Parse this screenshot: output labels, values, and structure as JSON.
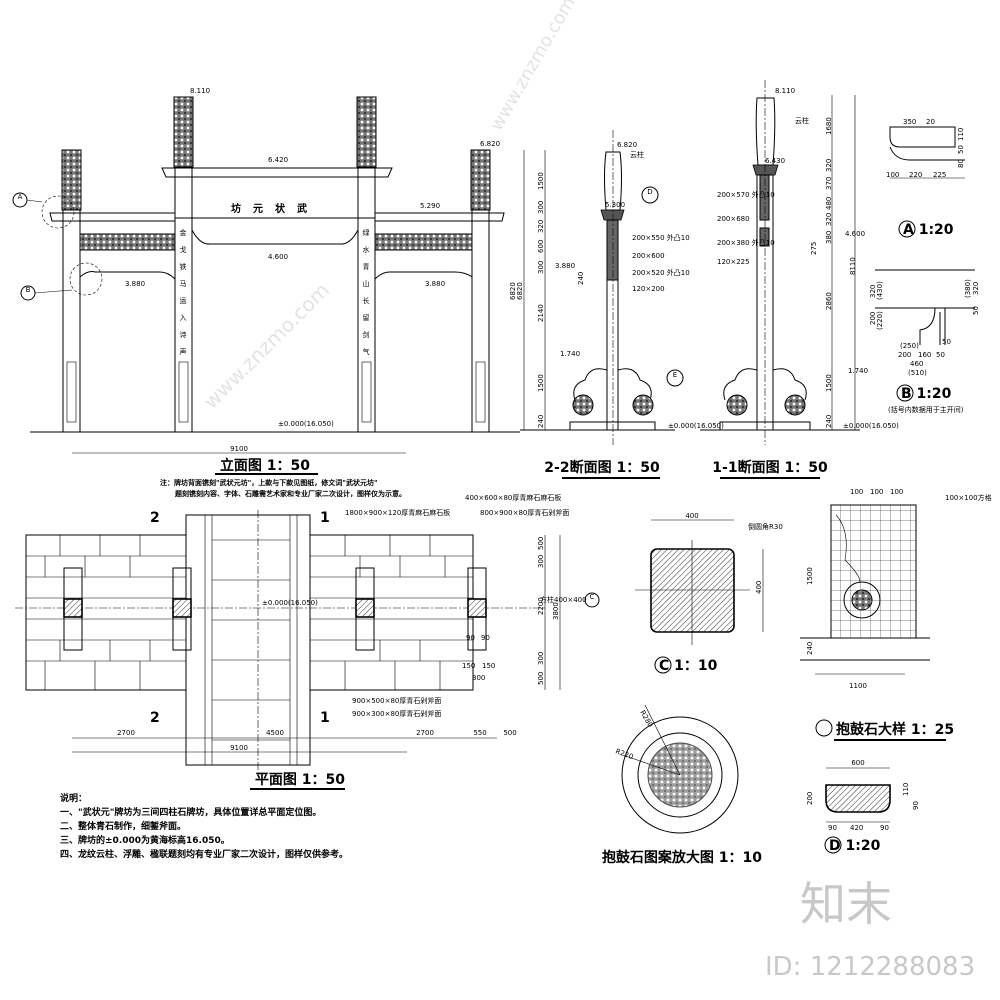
{
  "elevation": {
    "title": "立面图 1：50",
    "plaque": "坊元状武",
    "couplet_left": [
      "金",
      "戈",
      "铁",
      "马",
      "运",
      "入",
      "诗",
      "声"
    ],
    "couplet_right": [
      "绿",
      "水",
      "青",
      "山",
      "长",
      "留",
      "剑",
      "气"
    ],
    "levels": [
      "8.110",
      "6.820",
      "6.420",
      "5.290",
      "4.600",
      "3.880",
      "3.880",
      "±0.000(16.050)"
    ],
    "total_width": "9100",
    "height_dim": "6820",
    "callout_a": "A",
    "callout_b": "B",
    "note_1": "注：牌坊背面镌刻\"武状元坊\"，上款与下款见图纸，修文词\"武状元坊\"",
    "note_2": "题刻镌刻内容、字体、石雕需艺术家和专业厂家二次设计，图样仅为示意。"
  },
  "plan": {
    "title": "平面图 1：50",
    "section_2": "2",
    "section_1": "1",
    "elevation_mark": "±0.000(16.050)",
    "label_center_slab": "1800×900×120厚青麻石麻石板",
    "label_slab_400": "400×600×80厚青麻石麻石板",
    "label_slab_900": "800×900×80厚青石剁斧面",
    "label_slab_500": "900×500×80厚青石剁斧面",
    "label_slab_300": "900×300×80厚青石剁斧面",
    "label_column": "方柱400×400",
    "callout_c": "C",
    "dims_bottom": [
      "2700",
      "4500",
      "2700",
      "550",
      "500"
    ],
    "total_width": "9100",
    "dims_right": [
      "500",
      "300",
      "2200",
      "300",
      "500"
    ],
    "total_depth": "3800",
    "col_dims": [
      "90",
      "90",
      "150",
      "150",
      "300"
    ]
  },
  "notes": {
    "heading": "说明：",
    "items": [
      "一、\"武状元\"牌坊为三间四柱石牌坊，具体位置详总平面定位图。",
      "二、整体青石制作，细錾斧面。",
      "三、牌坊的±0.000为黄海标高16.050。",
      "四、龙纹云柱、浮雕、楹联题刻均有专业厂家二次设计，图样仅供参考。"
    ]
  },
  "section_22": {
    "title": "2-2断面图 1：50",
    "levels": [
      "6.820",
      "5.300",
      "3.880",
      "1.740",
      "±0.000(16.050)"
    ],
    "label_cloud": "云柱",
    "members": [
      "200×550 外凸10",
      "200×600",
      "200×520 外凸10",
      "120×200"
    ],
    "dims": [
      "1500",
      "300",
      "320",
      "600",
      "300",
      "2140",
      "1500",
      "240"
    ],
    "total": "6820",
    "small_dim": "240",
    "callout_d": "D",
    "callout_e": "E"
  },
  "section_11": {
    "title": "1-1断面图 1：50",
    "levels": [
      "8.110",
      "6.430",
      "4.600",
      "1.740",
      "±0.000(16.050)"
    ],
    "label_cloud": "云柱",
    "members": [
      "200×570 外凸10",
      "200×680",
      "200×380 外凸10",
      "120×225"
    ],
    "dims": [
      "1680",
      "320",
      "370",
      "480",
      "320",
      "380",
      "2860",
      "1500",
      "240"
    ],
    "total": "8110",
    "small_dim": "275"
  },
  "detail_a": {
    "title": "A 1:20",
    "dims": [
      "350",
      "20",
      "100",
      "220",
      "225",
      "50",
      "80",
      "110"
    ]
  },
  "detail_b": {
    "title": "B 1:20",
    "note": "(括号内数据用于主开间)",
    "dims": [
      "320",
      "(430)",
      "200",
      "(220)",
      "(380)",
      "320",
      "50",
      "(250)",
      "200",
      "160",
      "50",
      "460",
      "(510)",
      "50"
    ]
  },
  "detail_c": {
    "title": "C 1：10",
    "label": "倒圆角R30",
    "dims": [
      "400",
      "400"
    ]
  },
  "detail_e": {
    "title": "抱鼓石大样 1：25",
    "label_grid": "100×100方格",
    "dims": [
      "1500",
      "240",
      "1100",
      "100"
    ]
  },
  "detail_round": {
    "title": "抱鼓石图案放大图 1：10",
    "dims": [
      "R280",
      "R220"
    ]
  },
  "detail_d": {
    "title": "D 1:20",
    "dims": [
      "600",
      "200",
      "90",
      "420",
      "90",
      "110",
      "90"
    ]
  },
  "watermark": {
    "logo": "知末",
    "id": "ID: 1212288083",
    "site": "www.znzmo.com"
  }
}
